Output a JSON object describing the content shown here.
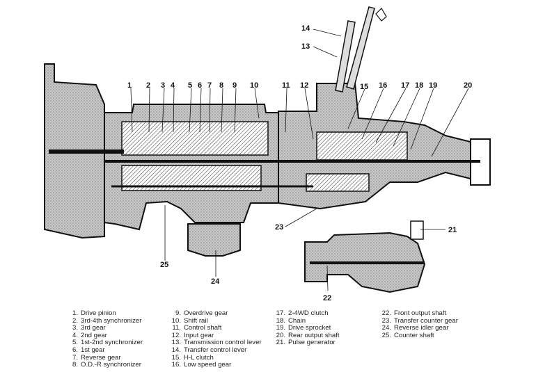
{
  "callouts": [
    "1",
    "2",
    "3",
    "4",
    "5",
    "6",
    "7",
    "8",
    "9",
    "10",
    "11",
    "12",
    "13",
    "14",
    "15",
    "16",
    "17",
    "18",
    "19",
    "20",
    "21",
    "22",
    "23",
    "24",
    "25"
  ],
  "legend": {
    "col1": [
      {
        "num": "1.",
        "text": "Drive pinion"
      },
      {
        "num": "2.",
        "text": "3rd-4th synchronizer"
      },
      {
        "num": "3.",
        "text": "3rd gear"
      },
      {
        "num": "4.",
        "text": "2nd gear"
      },
      {
        "num": "5.",
        "text": "1st-2nd synchronizer"
      },
      {
        "num": "6.",
        "text": "1st gear"
      },
      {
        "num": "7.",
        "text": "Reverse gear"
      },
      {
        "num": "8.",
        "text": "O.D.-R synchronizer"
      }
    ],
    "col2": [
      {
        "num": "9.",
        "text": "Overdrive gear"
      },
      {
        "num": "10.",
        "text": "Shift rail"
      },
      {
        "num": "11.",
        "text": "Control shaft"
      },
      {
        "num": "12.",
        "text": "Input gear"
      },
      {
        "num": "13.",
        "text": "Transmission control lever"
      },
      {
        "num": "14.",
        "text": "Transfer control lever"
      },
      {
        "num": "15.",
        "text": "H-L clutch"
      },
      {
        "num": "16.",
        "text": "Low speed gear"
      }
    ],
    "col3": [
      {
        "num": "17.",
        "text": "2-4WD clutch"
      },
      {
        "num": "18.",
        "text": "Chain"
      },
      {
        "num": "19.",
        "text": "Drive sprocket"
      },
      {
        "num": "20.",
        "text": "Rear output shaft"
      },
      {
        "num": "21.",
        "text": "Pulse generator"
      }
    ],
    "col4": [
      {
        "num": "22.",
        "text": "Front output shaft"
      },
      {
        "num": "23.",
        "text": "Transfer counter gear"
      },
      {
        "num": "24.",
        "text": "Reverse idler gear"
      },
      {
        "num": "25.",
        "text": "Counter shaft"
      }
    ]
  }
}
